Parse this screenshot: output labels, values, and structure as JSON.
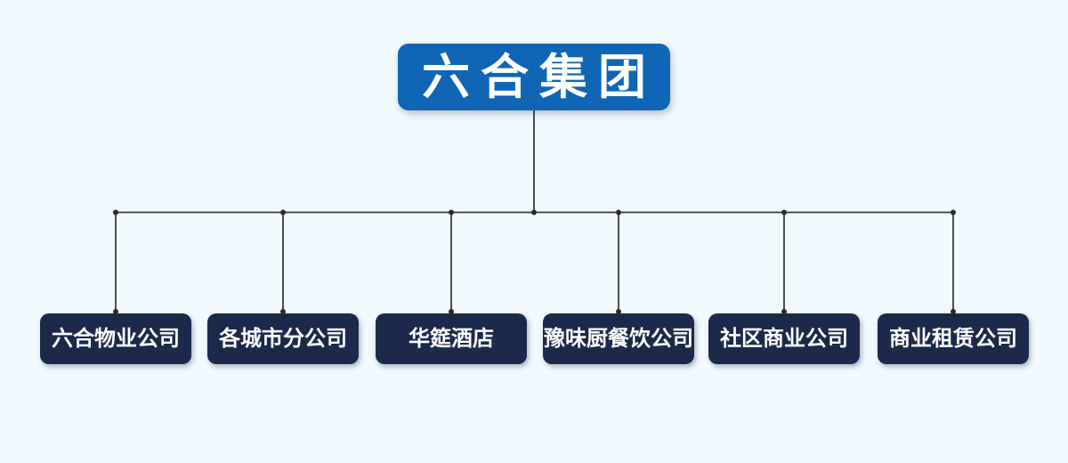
{
  "org_chart": {
    "type": "organization-tree",
    "root": {
      "label": "六合集团"
    },
    "children": [
      {
        "label": "六合物业公司"
      },
      {
        "label": "各城市分公司"
      },
      {
        "label": "华筵酒店"
      },
      {
        "label": "豫味厨餐饮公司"
      },
      {
        "label": "社区商业公司"
      },
      {
        "label": "商业租赁公司"
      }
    ],
    "colors": {
      "background": "#f0f9fd",
      "root_node": "#1065b4",
      "child_node": "#1b2a4b",
      "node_text": "#ffffff",
      "connector_line": "#3a3a38",
      "junction_dot": "#2a2a28"
    }
  }
}
